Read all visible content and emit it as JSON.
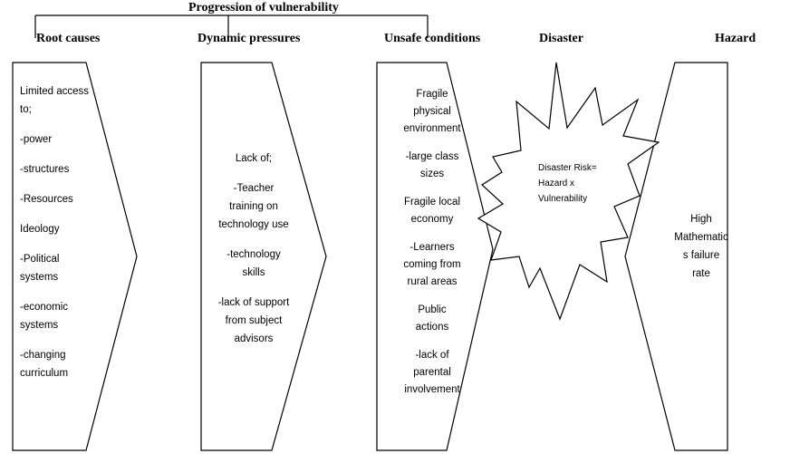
{
  "title": "Progression of vulnerability",
  "headers": {
    "root_causes": "Root causes",
    "dynamic_pressures": "Dynamic pressures",
    "unsafe_conditions": "Unsafe conditions",
    "disaster": "Disaster",
    "hazard": "Hazard"
  },
  "root_causes_items": [
    "Limited access",
    "to;",
    "-power",
    "-structures",
    "-Resources",
    "Ideology",
    "-Political",
    "systems",
    "-economic",
    "systems",
    "-changing",
    "curriculum"
  ],
  "dynamic_pressures_items": [
    "Lack of;",
    "-Teacher",
    "training on",
    "technology use",
    "-technology",
    "skills",
    "-lack of support",
    "from subject",
    "advisors"
  ],
  "unsafe_conditions_items": [
    "Fragile",
    "physical",
    "environment",
    "-large class",
    "sizes",
    "Fragile local",
    "economy",
    "-Learners",
    "coming from",
    "rural areas",
    "Public",
    "actions",
    "-lack of",
    "parental",
    "involvement"
  ],
  "disaster_text": [
    "Disaster Risk=",
    "Hazard x",
    "Vulnerability"
  ],
  "hazard_items": [
    "High",
    "Mathematic",
    "s failure",
    "rate"
  ]
}
